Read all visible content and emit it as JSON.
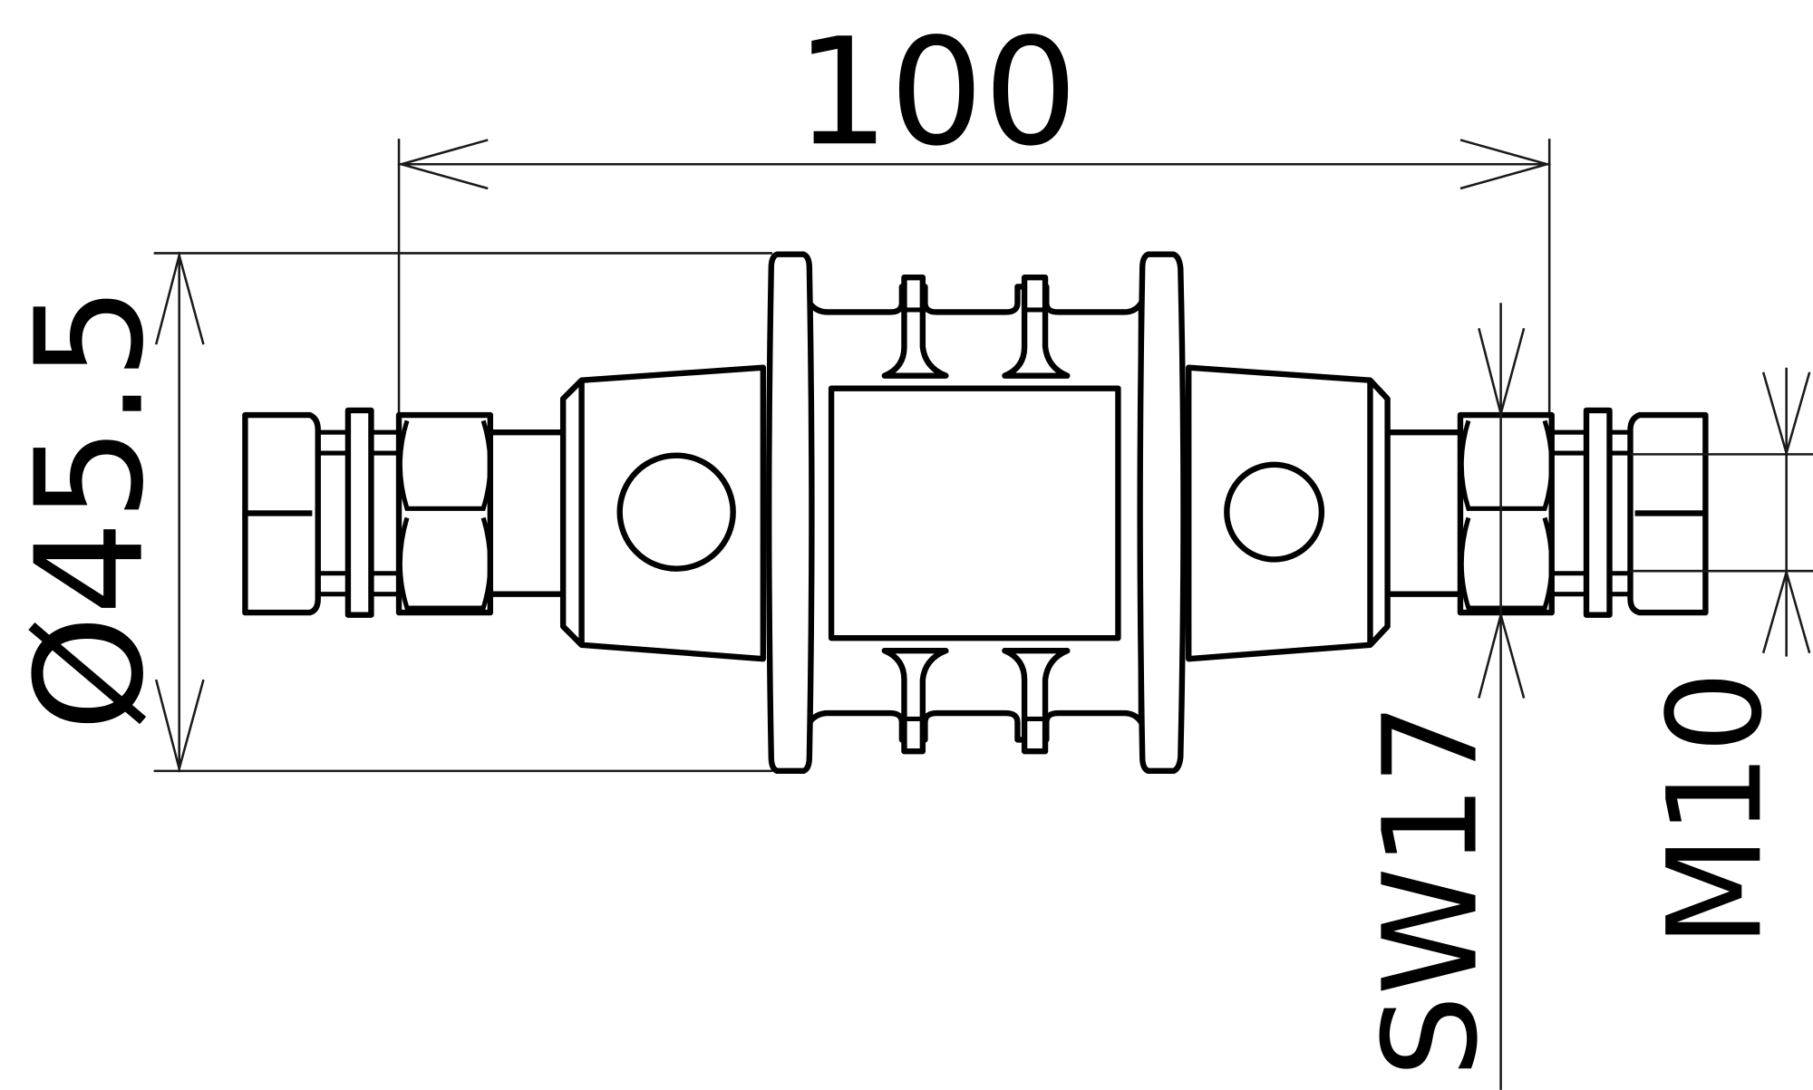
{
  "drawing": {
    "type": "technical-dimension-drawing",
    "subject": "threaded stud connector with hex nuts, washers, lugs and central body",
    "colors": {
      "line": "#000000",
      "dimension_line": "#1a1a1a",
      "background": "#ffffff"
    }
  },
  "dimensions": {
    "overall_length": {
      "label": "100",
      "orientation": "horizontal"
    },
    "diameter": {
      "label": "Ø45.5",
      "orientation": "vertical"
    },
    "wrench_size": {
      "label": "SW17",
      "orientation": "vertical"
    },
    "thread": {
      "label": "M10",
      "orientation": "vertical"
    }
  }
}
